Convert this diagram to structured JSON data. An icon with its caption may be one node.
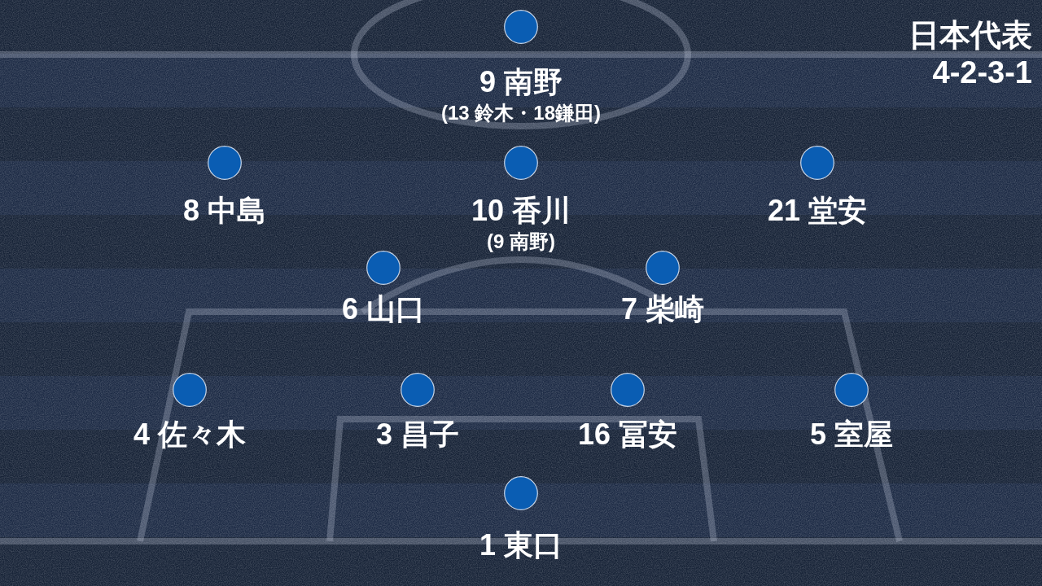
{
  "diagram": {
    "title": "日本代表",
    "nodes": [
      {
        "text": [
          "9 南野",
          "(13 鈴木・18鎌田)"
        ]
      },
      {
        "text": [
          "8 中島"
        ]
      },
      {
        "text": [
          "10 香川",
          "(9 南野)"
        ]
      },
      {
        "text": [
          "21 堂安"
        ]
      },
      {
        "text": [
          "6 山口"
        ]
      },
      {
        "text": [
          "7 柴崎"
        ]
      },
      {
        "text": [
          "4 佐々木"
        ]
      },
      {
        "text": [
          "3 昌子"
        ]
      },
      {
        "text": [
          "16 冨安"
        ]
      },
      {
        "text": [
          "5 室屋"
        ]
      },
      {
        "text": [
          "1 東口"
        ]
      }
    ],
    "labels": [
      "4-2-3-1"
    ]
  }
}
